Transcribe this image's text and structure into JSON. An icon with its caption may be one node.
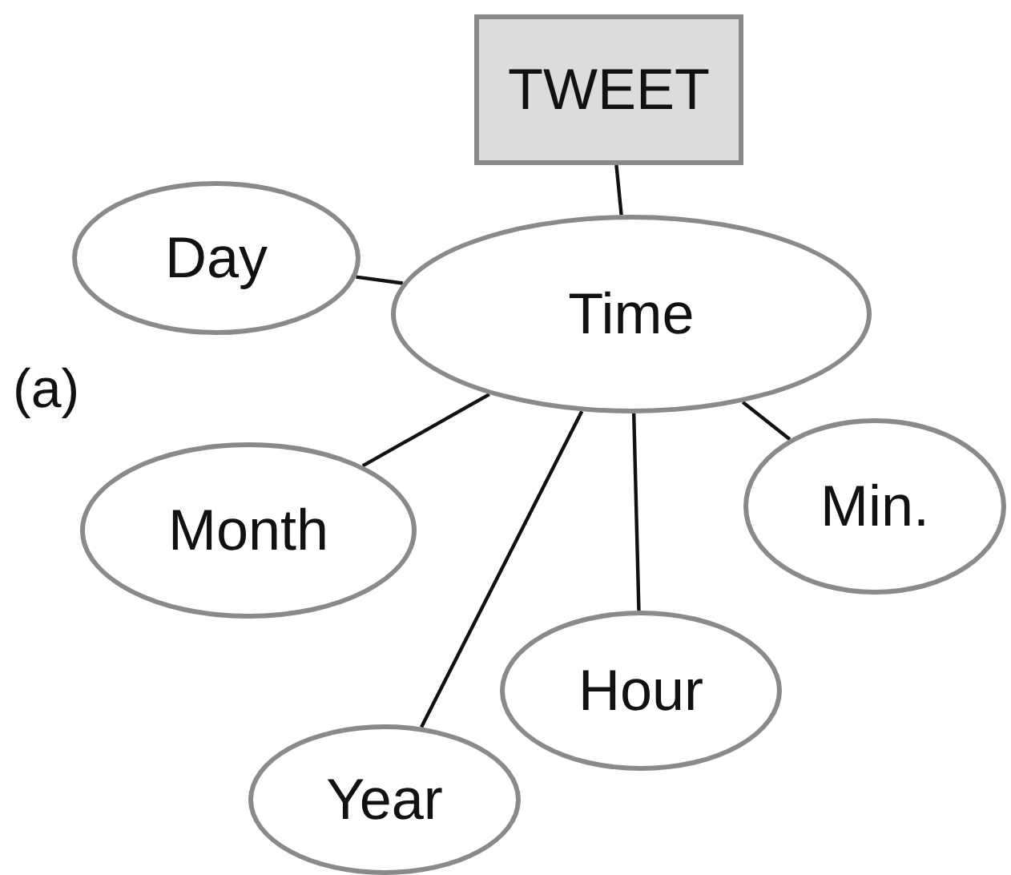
{
  "diagram": {
    "nodes": [
      {
        "text": [
          "TWEET"
        ]
      },
      {
        "text": [
          "Day"
        ]
      },
      {
        "text": [
          "Time"
        ]
      },
      {
        "text": [
          "Month"
        ]
      },
      {
        "text": [
          "Min."
        ]
      },
      {
        "text": [
          "Hour"
        ]
      },
      {
        "text": [
          "Year"
        ]
      }
    ],
    "edges": [
      {
        "from": 0,
        "to": 2,
        "arrow": "none"
      },
      {
        "from": 2,
        "to": 1,
        "arrow": "none"
      },
      {
        "from": 2,
        "to": 3,
        "arrow": "none"
      },
      {
        "from": 2,
        "to": 6,
        "arrow": "none"
      },
      {
        "from": 2,
        "to": 5,
        "arrow": "none"
      },
      {
        "from": 2,
        "to": 4,
        "arrow": "none"
      }
    ],
    "labels": [
      "(a)"
    ]
  }
}
